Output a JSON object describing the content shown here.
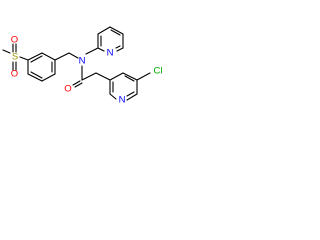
{
  "molecule": {
    "atoms": {
      "o1": "O",
      "s": "S",
      "o2": "O",
      "n_amide": "N",
      "n_pyridyl": "N",
      "o_carbonyl": "O",
      "cl": "Cl",
      "n_nicotinoyl": "N"
    },
    "colors": {
      "carbon": "#000000",
      "oxygen": "#ff0000",
      "nitrogen": "#0000ff",
      "sulfur": "#999900",
      "chlorine": "#00aa00"
    }
  }
}
